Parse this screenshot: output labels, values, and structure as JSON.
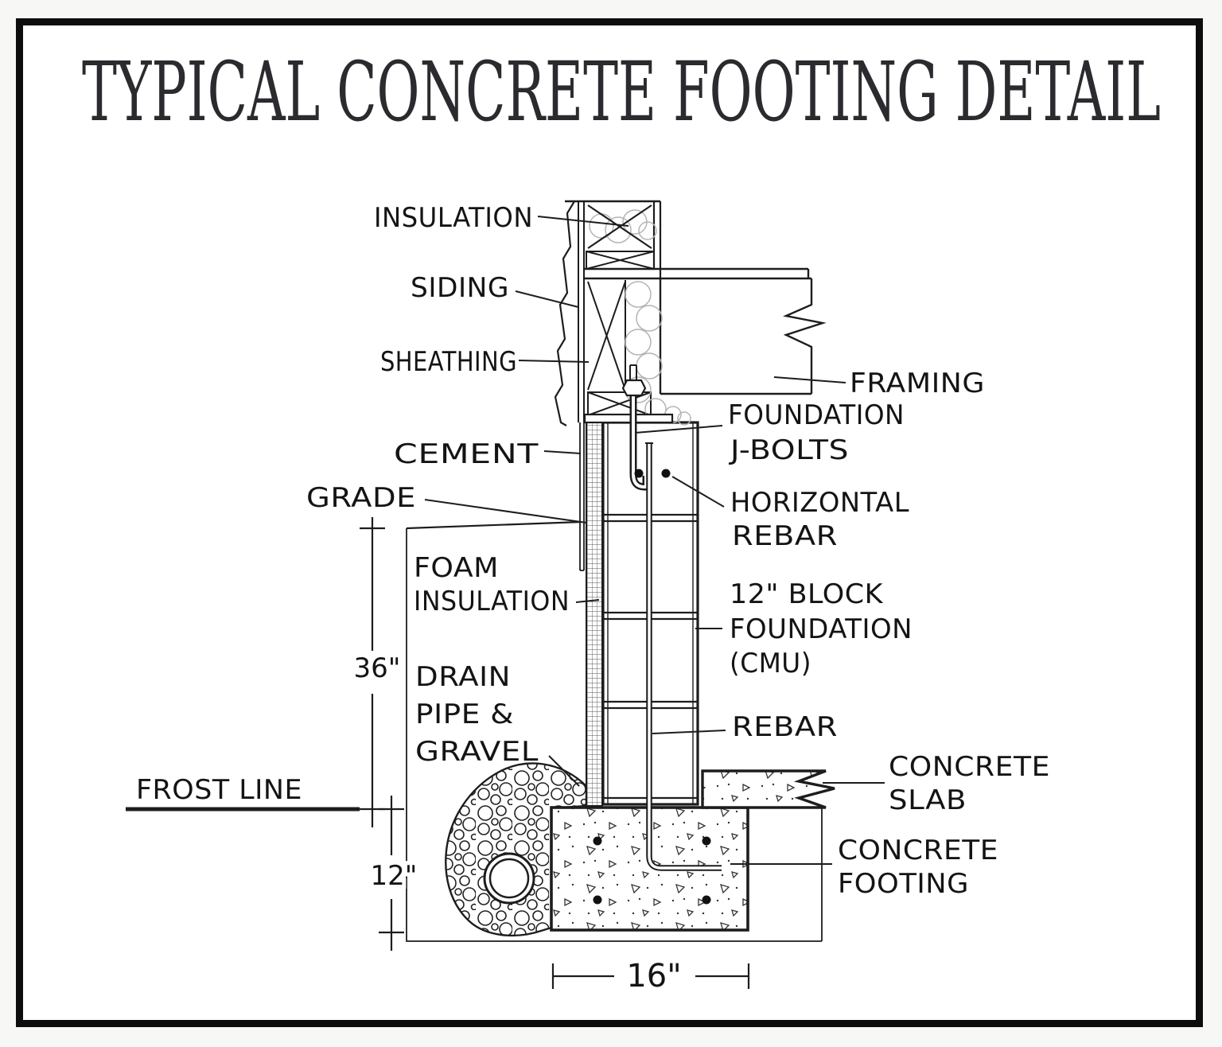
{
  "title": "TYPICAL CONCRETE FOOTING DETAIL",
  "colors": {
    "ink": "#1d1d1d",
    "paper": "#ffffff",
    "title": "#2b2b2f"
  },
  "labels": {
    "insulation": "INSULATION",
    "siding": "SIDING",
    "sheathing": "SHEATHING",
    "framing": "FRAMING",
    "foundation_j_bolts": [
      "FOUNDATION",
      "J-BOLTS"
    ],
    "horizontal_rebar": [
      "HORIZONTAL",
      "REBAR"
    ],
    "block_foundation": [
      "12\" BLOCK",
      "FOUNDATION",
      "(CMU)"
    ],
    "rebar": "REBAR",
    "concrete_slab": [
      "CONCRETE",
      "SLAB"
    ],
    "concrete_footing": [
      "CONCRETE",
      "FOOTING"
    ],
    "cement": "CEMENT",
    "grade": "GRADE",
    "foam_insulation": [
      "FOAM",
      "INSULATION"
    ],
    "drain_pipe_gravel": [
      "DRAIN",
      "PIPE &",
      "GRAVEL"
    ],
    "frost_line": "FROST LINE"
  },
  "dimensions": {
    "grade_to_frost": "36\"",
    "footing_depth": "12\"",
    "footing_width": "16\""
  }
}
